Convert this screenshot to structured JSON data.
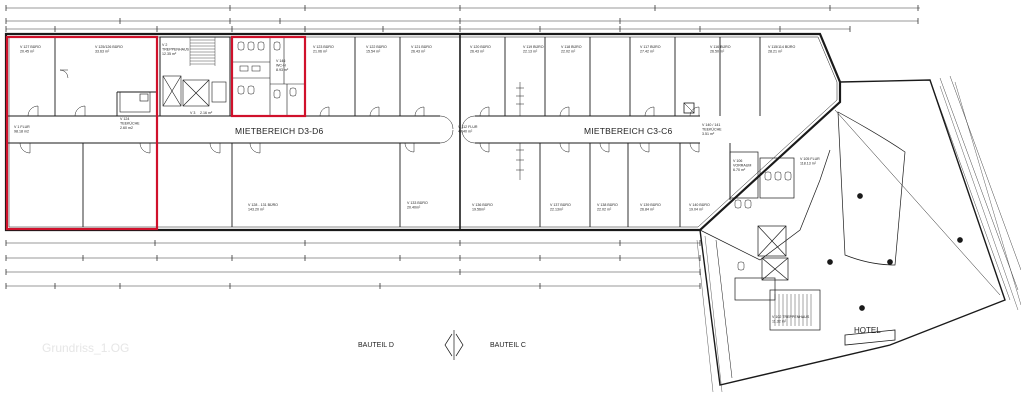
{
  "colors": {
    "highlight": "#d0112b",
    "wall": "#1a1a1a",
    "watermark": "#e6e6e6"
  },
  "zones": {
    "west": "MIETBEREICH D3-D6",
    "east": "MIETBEREICH C3-C6"
  },
  "buildings": {
    "left": "BAUTEIL D",
    "right": "BAUTEIL C"
  },
  "hotel": "HOTEL",
  "watermark": "Grundriss_1.OG",
  "rooms": {
    "r1": [
      "V 127 BÜRO",
      "20.45 m²"
    ],
    "r2": [
      "V 125/126 BÜRO",
      "33.63 m²"
    ],
    "r3": [
      "V 124",
      "TEEKÜCHE",
      "2.60 m2"
    ],
    "r4": [
      "V 1 FLUR",
      "98.18 m2"
    ],
    "r5": [
      "V 123 BÜRO",
      "21.06 m²"
    ],
    "r6": [
      "V 122 BÜRO",
      "15.54 m²"
    ],
    "r7": [
      "V 121 BÜRO",
      "26.43 m²"
    ],
    "r8": [
      "V 120 BÜRO",
      "26.43 m²"
    ],
    "r9": [
      "V 119 BÜRO",
      "22.13 m²"
    ],
    "r10": [
      "V 118 BÜRO",
      "22.02 m²"
    ],
    "r11": [
      "V 117 BÜRO",
      "27.42 m²"
    ],
    "r12": [
      "V 116 BÜRO",
      "26.50 m²"
    ],
    "r13": [
      "V 115/114 BÜRO",
      "28.21 m²"
    ],
    "r14": [
      "V 112 FLUR",
      "49.40 m²"
    ],
    "r15": [
      "V 140 / 141",
      "TEEKÜCHE",
      "3.51 m²"
    ],
    "r16": [
      "V 128 - 131 BÜRO",
      "143.20 m²"
    ],
    "r17": [
      "V 133 BÜRO",
      "20.40m²"
    ],
    "r18": [
      "V 136 BÜRO",
      "19.56m²"
    ],
    "r19": [
      "V 137 BÜRO",
      "22.13m²"
    ],
    "r20": [
      "V 138 BÜRO",
      "22.02 m²"
    ],
    "r21": [
      "V 139 BÜRO",
      "26.84 m²"
    ],
    "r22": [
      "V 140 BÜRO",
      "19.04 m²"
    ],
    "r23": [
      "V 105 FLUR",
      "118.13 m²"
    ],
    "r24": [
      "V 106",
      "VORRAUM",
      "6.70 m²"
    ],
    "r25": [
      "V 146",
      "WC-H",
      "8.93 m²"
    ],
    "r26": [
      "V 2",
      "TREPPENHAUS",
      "12.35 m²"
    ],
    "r27": [
      "V 3",
      "2.16 m²"
    ],
    "r28": [
      "V 102 TREPPENHAUS",
      "11.32 m²"
    ]
  }
}
